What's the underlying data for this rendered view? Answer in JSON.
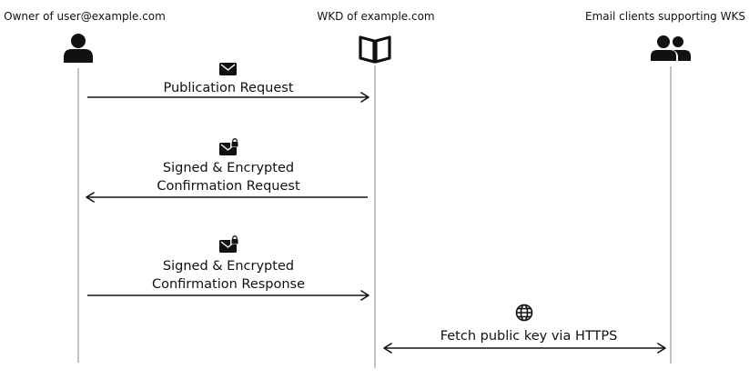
{
  "actors": [
    {
      "id": "owner",
      "label": "Owner of user@example.com",
      "icon": "person-icon"
    },
    {
      "id": "wkd",
      "label": "WKD of example.com",
      "icon": "open-book-icon"
    },
    {
      "id": "clients",
      "label": "Email clients supporting WKS",
      "icon": "people-icon"
    }
  ],
  "messages": [
    {
      "id": "publication-request",
      "lines": [
        "Publication Request"
      ],
      "from": "owner",
      "to": "wkd",
      "icon": "envelope-icon"
    },
    {
      "id": "confirmation-request",
      "lines": [
        "Signed & Encrypted",
        "Confirmation Request"
      ],
      "from": "wkd",
      "to": "owner",
      "icon": "locked-envelope-icon"
    },
    {
      "id": "confirmation-response",
      "lines": [
        "Signed & Encrypted",
        "Confirmation Response"
      ],
      "from": "owner",
      "to": "wkd",
      "icon": "locked-envelope-icon"
    },
    {
      "id": "fetch-public-key",
      "lines": [
        "Fetch public key via HTTPS"
      ],
      "from": "wkd",
      "to": "clients",
      "bidirectional": true,
      "icon": "globe-icon"
    }
  ],
  "colors": {
    "ink": "#111111",
    "lifeline": "#c4c4c4",
    "background": "#ffffff"
  }
}
